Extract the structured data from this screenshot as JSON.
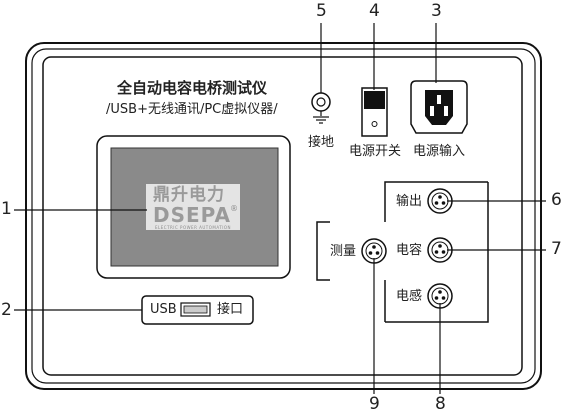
{
  "panel": {
    "title": "全自动电容电桥测试仪",
    "subtitle": "/USB+无线通讯/PC虚拟仪器/"
  },
  "screen": {
    "brand_cn": "鼎升电力",
    "brand_en": "DSEPA",
    "brand_reg": "®",
    "brand_tagline": "ELECTRIC POWER AUTOMATION"
  },
  "usb_port": {
    "label_left": "USB",
    "label_right": "接口"
  },
  "labels": {
    "ground": "接地",
    "power_switch": "电源开关",
    "power_input": "电源输入",
    "output": "输出",
    "capacitance": "电容",
    "inductance": "电感",
    "measure": "测量"
  },
  "callouts": [
    "1",
    "2",
    "3",
    "4",
    "5",
    "6",
    "7",
    "8",
    "9"
  ]
}
